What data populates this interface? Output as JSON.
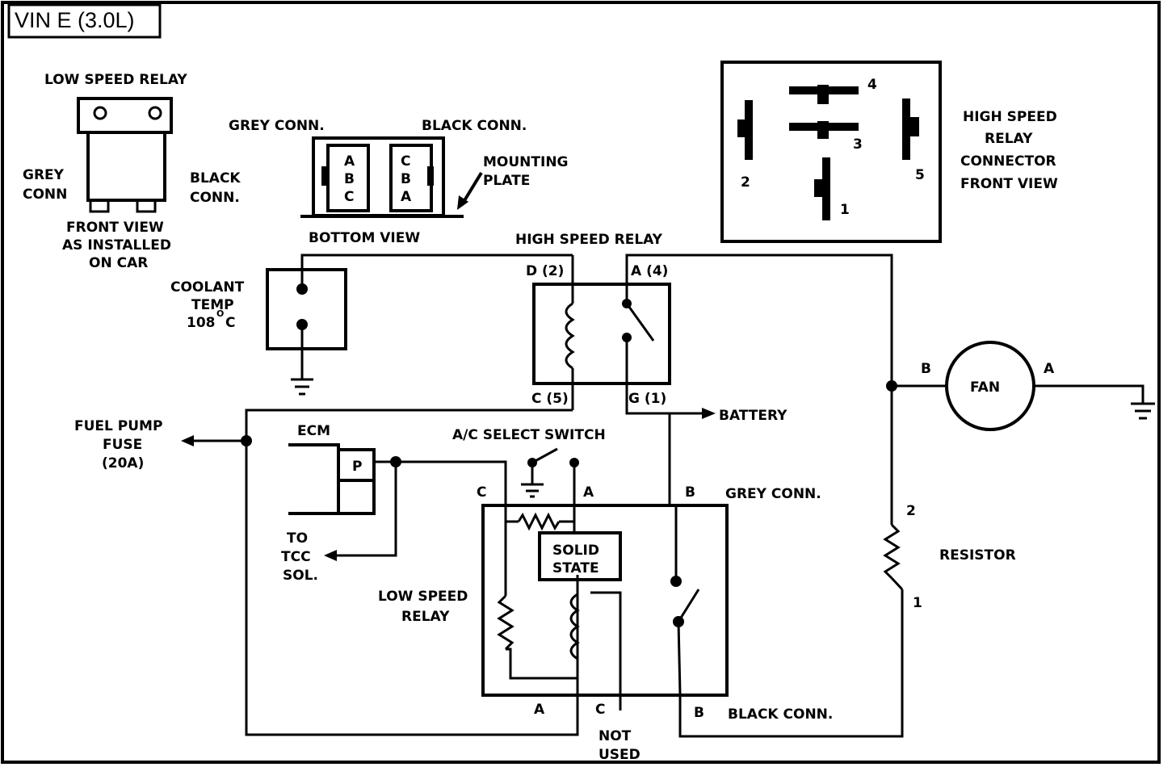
{
  "title": "VIN E (3.0L)",
  "low_speed_relay_view": {
    "title": "LOW SPEED RELAY",
    "left_label_1": "GREY",
    "left_label_2": "CONN",
    "right_label_1": "BLACK",
    "right_label_2": "CONN.",
    "caption_1": "FRONT  VIEW",
    "caption_2": "AS INSTALLED",
    "caption_3": "ON CAR"
  },
  "bottom_view": {
    "grey_conn": "GREY CONN.",
    "black_conn": "BLACK CONN.",
    "left_pins": [
      "A",
      "B",
      "C"
    ],
    "right_pins": [
      "C",
      "B",
      "A"
    ],
    "mounting_1": "MOUNTING",
    "mounting_2": "PLATE",
    "caption": "BOTTOM VIEW"
  },
  "high_speed_connector": {
    "pins": [
      "4",
      "3",
      "2",
      "5",
      "1"
    ],
    "label_1": "HIGH SPEED",
    "label_2": "RELAY",
    "label_3": "CONNECTOR",
    "label_4": "FRONT VIEW"
  },
  "schematic": {
    "high_speed_relay": "HIGH SPEED RELAY",
    "pin_d": "D (2)",
    "pin_a": "A (4)",
    "pin_c": "C (5)",
    "pin_g": "G (1)",
    "coolant_1": "COOLANT",
    "coolant_2": "TEMP",
    "coolant_3": "108",
    "coolant_deg": "O",
    "coolant_unit": "C",
    "battery": "BATTERY",
    "fan": "FAN",
    "fan_b": "B",
    "fan_a": "A",
    "fuel_1": "FUEL PUMP",
    "fuel_2": "FUSE",
    "fuel_3": "(20A)",
    "ecm": "ECM",
    "ecm_p": "P",
    "tcc_1": "TO",
    "tcc_2": "TCC",
    "tcc_3": "SOL.",
    "ac_switch": "A/C SELECT SWITCH",
    "grey_c": "C",
    "grey_a": "A",
    "grey_b": "B",
    "grey_conn": "GREY CONN.",
    "solid_1": "SOLID",
    "solid_2": "STATE",
    "low_relay_1": "LOW SPEED",
    "low_relay_2": "RELAY",
    "black_a": "A",
    "black_c": "C",
    "black_b": "B",
    "black_conn": "BLACK CONN.",
    "not_used_1": "NOT",
    "not_used_2": "USED",
    "resistor": "RESISTOR",
    "res_2": "2",
    "res_1": "1"
  }
}
